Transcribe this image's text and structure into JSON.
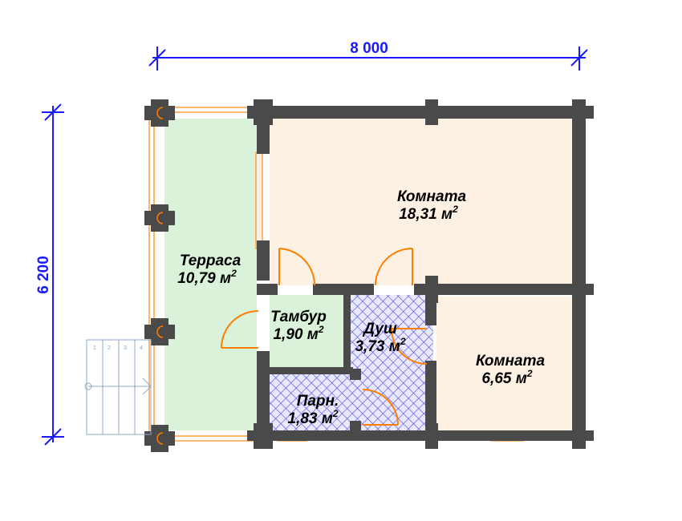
{
  "dimensions": {
    "width_label": "8 000",
    "height_label": "6 200"
  },
  "rooms": [
    {
      "name": "Терраса",
      "area": "10,79 м",
      "sup": "2"
    },
    {
      "name": "Комната",
      "area": "18,31 м",
      "sup": "2"
    },
    {
      "name": "Тамбур",
      "area": "1,90 м",
      "sup": "2"
    },
    {
      "name": "Душ",
      "area": "3,73 м",
      "sup": "2"
    },
    {
      "name": "Комната",
      "area": "6,65 м",
      "sup": "2"
    },
    {
      "name": "Парн.",
      "area": "1,83 м",
      "sup": "2"
    }
  ],
  "stairs": {
    "step_numbers": [
      "1",
      "2",
      "3",
      "4"
    ]
  },
  "colors": {
    "wall": "#4a4a4a",
    "dimension": "#1a1aff",
    "terrace_fill": "#d9f2d9",
    "room_fill": "#fdf1e3",
    "wet_fill": "#e6e6ff",
    "hatch": "#5555dd",
    "door": "#ff7f00",
    "window": "#ff9f3f",
    "stairs": "#8fa8c8"
  }
}
